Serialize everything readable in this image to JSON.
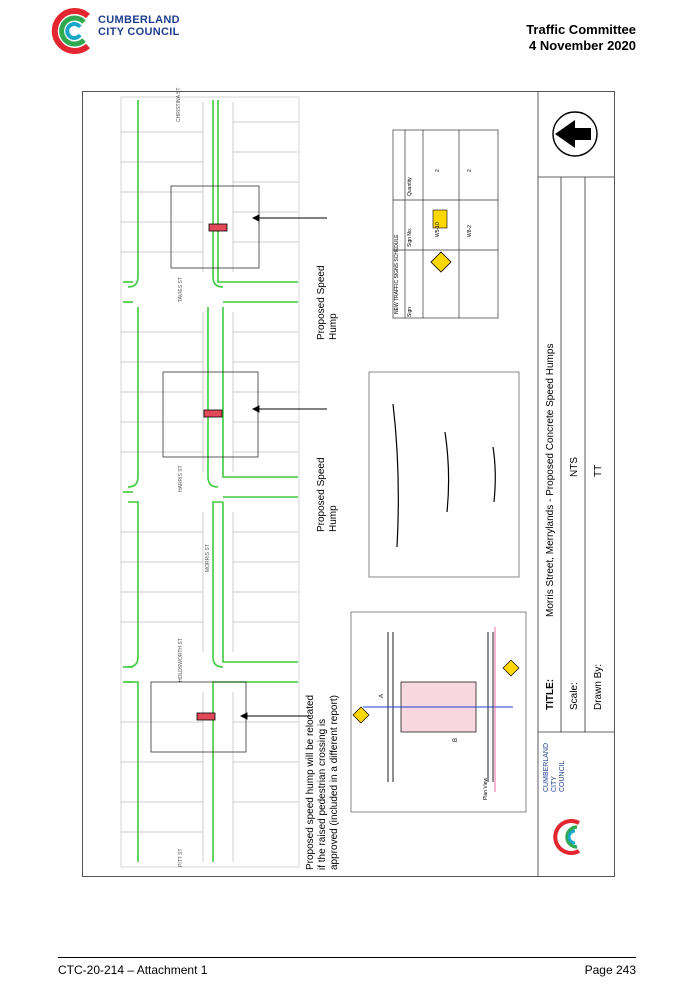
{
  "header": {
    "org_line1": "CUMBERLAND",
    "org_line2": "CITY COUNCIL",
    "committee": "Traffic Committee",
    "date": "4 November 2020"
  },
  "drawing": {
    "labels": {
      "hump_top": [
        "Proposed Speed",
        "Hump"
      ],
      "hump_mid": [
        "Proposed Speed",
        "Hump"
      ],
      "hump_bottom": [
        "Proposed speed hump will be relocated",
        "if the raised pedestrian crossing is",
        "approved (included in a different report)"
      ]
    },
    "streets": {
      "top": "CHRISTINA ST",
      "s2": "TAVIES ST",
      "s3": "HARRIS ST",
      "main": "MORRIS ST",
      "s4": "HOLDSWORTH ST",
      "bottom": "PITT ST"
    },
    "sign_table": {
      "title": "NEW TRAFFIC SIGNS SCHEDULE",
      "headers": [
        "Sign",
        "Sign No.",
        "Quantity"
      ],
      "rows": [
        [
          "W5-10",
          "2"
        ],
        [
          "W8-2",
          "2"
        ]
      ]
    },
    "title_block": {
      "org_line1": "CUMBERLAND",
      "org_line2": "CITY",
      "org_line3": "COUNCIL",
      "title_label": "TITLE:",
      "title_value": "Morris Street, Merrylands - Proposed Concrete Speed Humps",
      "scale_label": "Scale:",
      "scale_value": "NTS",
      "drawn_label": "Drawn By:",
      "drawn_value": "TT"
    },
    "detail_labels": {
      "section_a": "A",
      "section_b": "B",
      "plan_view": "Plan View"
    }
  },
  "footer": {
    "left": "CTC-20-214 – Attachment 1",
    "right": "Page 243"
  },
  "colors": {
    "brand_blue": "#1f3f8f",
    "logo_red": "#e3262f",
    "logo_green": "#2fa84f",
    "logo_teal": "#1aa6c8",
    "kerb_green": "#3ecb3e",
    "hump_red": "#e24a5a"
  }
}
